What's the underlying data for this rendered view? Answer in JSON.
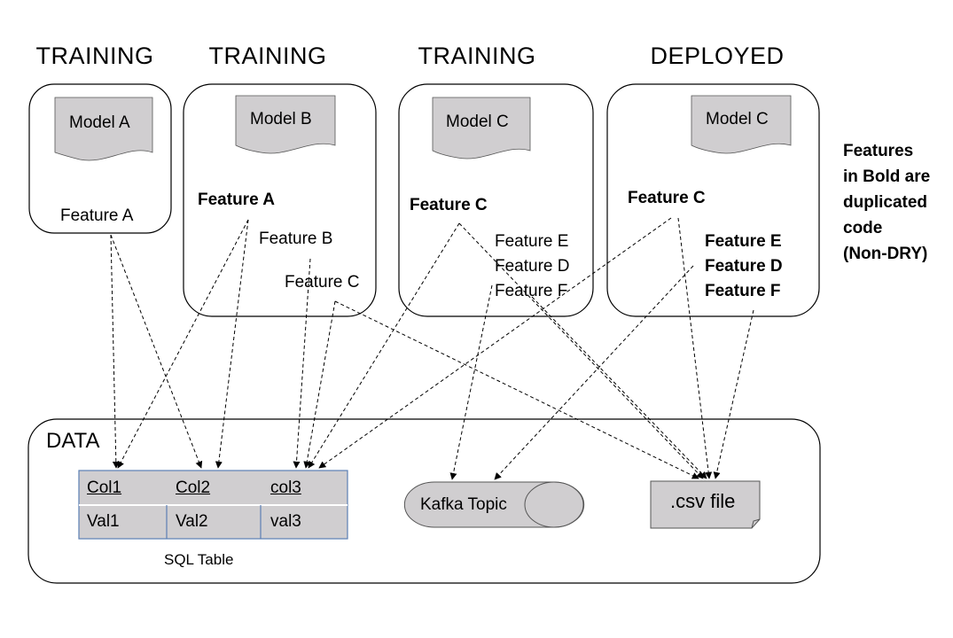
{
  "headers": {
    "model_a": "TRAINING",
    "model_b": "TRAINING",
    "model_c_train": "TRAINING",
    "model_c_deployed": "DEPLOYED"
  },
  "model_boxes": {
    "a": {
      "model": "Model A",
      "features": [
        "Feature A"
      ]
    },
    "b": {
      "model": "Model B",
      "features": [
        "Feature A",
        "Feature B",
        "Feature C"
      ]
    },
    "c_train": {
      "model": "Model C",
      "features": [
        "Feature C",
        "Feature E",
        "Feature D",
        "Feature F"
      ]
    },
    "c_deployed": {
      "model": "Model C",
      "features": [
        "Feature C",
        "Feature E",
        "Feature D",
        "Feature F"
      ]
    }
  },
  "note": [
    "Features",
    "in Bold are",
    "duplicated",
    "code",
    "(Non-DRY)"
  ],
  "data": {
    "title": "DATA",
    "sql_table": {
      "caption": "SQL Table",
      "columns": [
        "Col1",
        "Col2",
        "col3"
      ],
      "values": [
        "Val1",
        "Val2",
        "val3"
      ]
    },
    "kafka": "Kafka Topic",
    "csv": ".csv file"
  },
  "colors": {
    "shape_fill": "#d0ced0",
    "table_border": "#5b7fb4",
    "line": "#000000"
  }
}
